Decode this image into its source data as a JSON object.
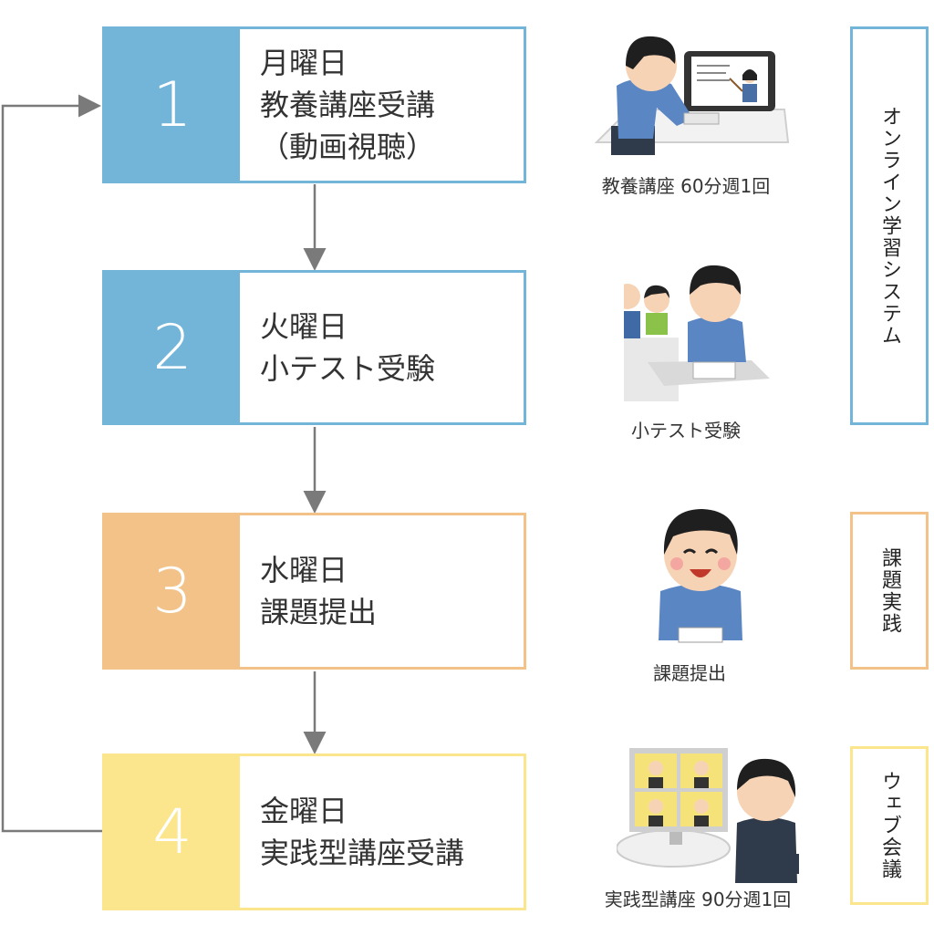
{
  "steps": [
    {
      "number": "1",
      "day": "月曜日",
      "line2": "教養講座受講",
      "line3": "（動画視聴）",
      "color": "#72b5d9"
    },
    {
      "number": "2",
      "day": "火曜日",
      "line2": "小テスト受験",
      "color": "#72b5d9"
    },
    {
      "number": "3",
      "day": "水曜日",
      "line2": "課題提出",
      "color": "#f2c288"
    },
    {
      "number": "4",
      "day": "金曜日",
      "line2": "実践型講座受講",
      "color": "#fbe68e"
    }
  ],
  "captions": {
    "video_lecture": "教養講座 60分週1回",
    "quiz": "小テスト受験",
    "assignment": "課題提出",
    "practical": "実践型講座 90分週1回"
  },
  "side_labels": {
    "online": "オンライン学習システム",
    "assignment": "課題実践",
    "web_meeting": "ウェブ会議"
  },
  "illustrations": {
    "video_lecture": "student-watching-tablet-icon",
    "quiz": "students-taking-test-icon",
    "assignment": "student-writing-icon",
    "practical": "video-conference-icon"
  }
}
